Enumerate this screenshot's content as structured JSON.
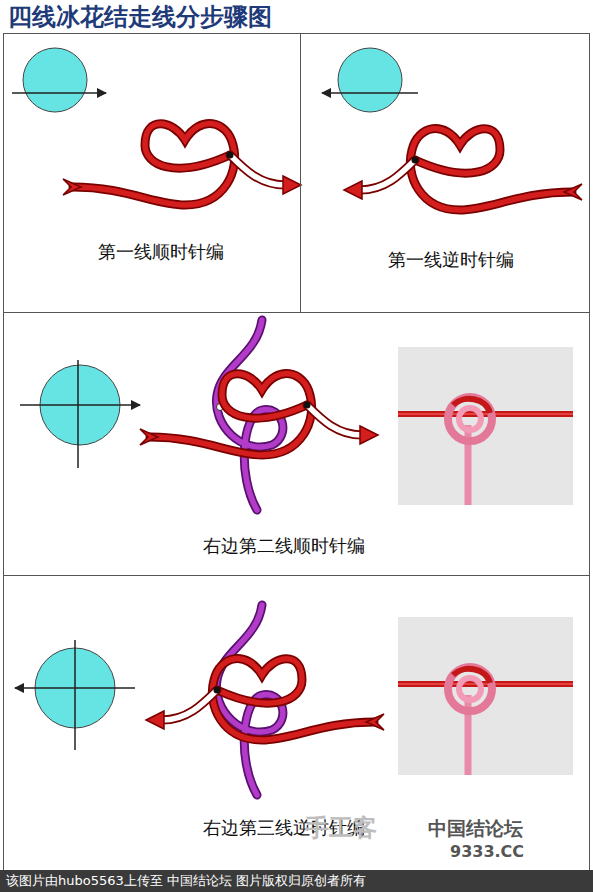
{
  "diagram": {
    "title": "四线冰花结走线分步骤图",
    "caption": "该图片由hubo5563上传至 中国结论坛 图片版权归原创者所有",
    "nodes": [
      {
        "text": [
          "第一线顺时针编"
        ]
      },
      {
        "text": [
          "第一线逆时针编"
        ]
      },
      {
        "text": [
          "右边第二线顺时针编"
        ]
      },
      {
        "text": [
          "右边第三线逆时针编"
        ]
      }
    ],
    "labels": [
      "手工客",
      "中国结论坛",
      "9333.CC"
    ]
  }
}
